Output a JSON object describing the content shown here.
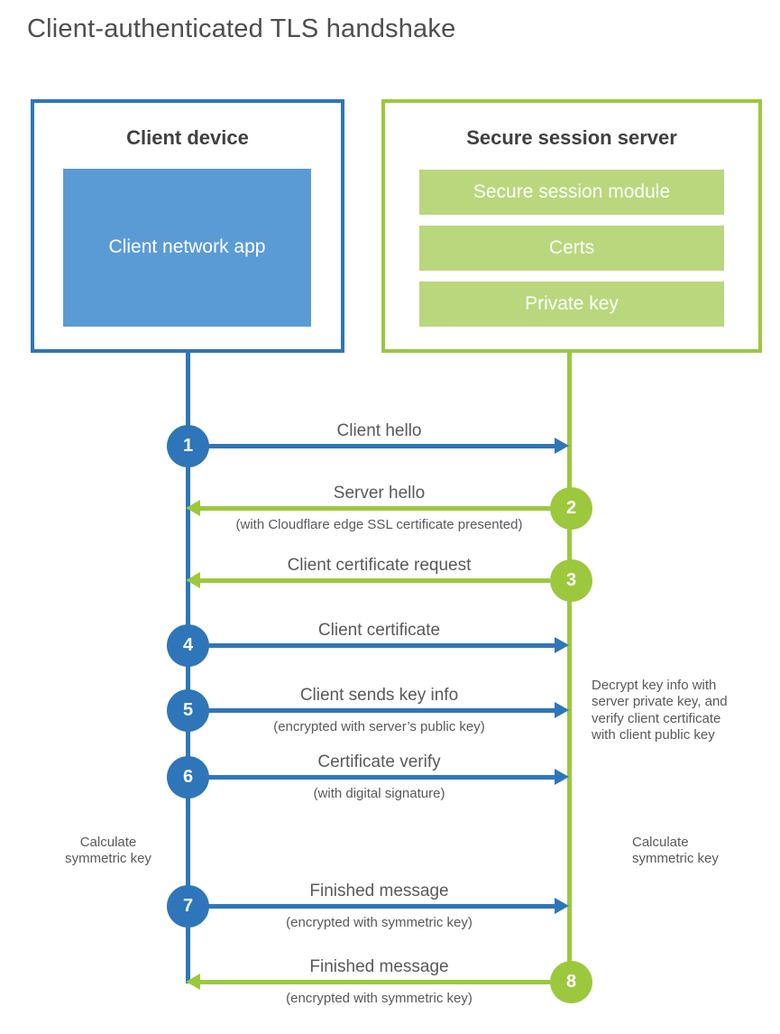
{
  "page": {
    "title": "Client-authenticated TLS handshake"
  },
  "colors": {
    "accent_blue": "#2e76b9",
    "fill_blue": "#5b9bd5",
    "accent_green": "#9cc83e",
    "fill_green": "#b9d77d",
    "title_text": "#4d4e50",
    "heading_text": "#3f4041",
    "body_text": "#58595b"
  },
  "client_box": {
    "title": "Client device",
    "module": "Client network app"
  },
  "server_box": {
    "title": "Secure session server",
    "modules": [
      "Secure session module",
      "Certs",
      "Private key"
    ]
  },
  "steps": [
    {
      "num": "1",
      "direction": "right",
      "label": "Client hello",
      "sub": ""
    },
    {
      "num": "2",
      "direction": "left",
      "label": "Server hello",
      "sub": "(with Cloudflare edge SSL certificate presented)"
    },
    {
      "num": "3",
      "direction": "left",
      "label": "Client certificate request",
      "sub": ""
    },
    {
      "num": "4",
      "direction": "right",
      "label": "Client certificate",
      "sub": ""
    },
    {
      "num": "5",
      "direction": "right",
      "label": "Client sends key info",
      "sub": "(encrypted with server’s public key)"
    },
    {
      "num": "6",
      "direction": "right",
      "label": "Certificate verify",
      "sub": "(with digital signature)"
    },
    {
      "num": "7",
      "direction": "right",
      "label": "Finished message",
      "sub": "(encrypted with symmetric key)"
    },
    {
      "num": "8",
      "direction": "left",
      "label": "Finished message",
      "sub": "(encrypted with symmetric key)"
    }
  ],
  "annotations": {
    "server_note": "Decrypt key info with server private key, and verify client certificate with client public key",
    "client_calc": "Calculate symmetric key",
    "server_calc": "Calculate symmetric key"
  }
}
